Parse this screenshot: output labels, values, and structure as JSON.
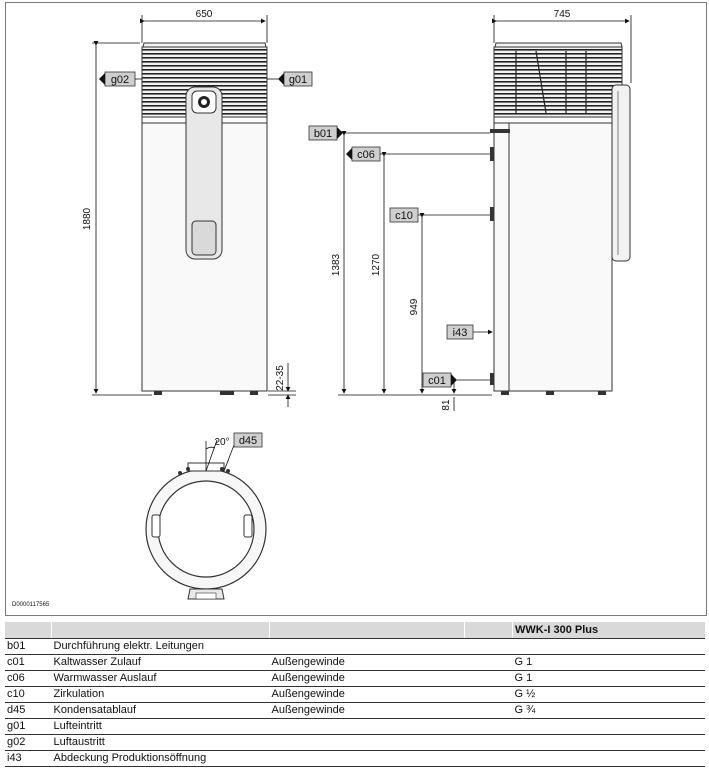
{
  "drawing": {
    "front_width": "650",
    "side_depth": "745",
    "height_total": "1880",
    "dim_1383": "1383",
    "dim_1270": "1270",
    "dim_949": "949",
    "dim_81": "81",
    "dim_feet": "22-35",
    "angle": "20°",
    "image_id": "D0000117565",
    "tags": {
      "g02": "g02",
      "g01": "g01",
      "b01": "b01",
      "c06": "c06",
      "c10": "c10",
      "i43": "i43",
      "c01": "c01",
      "d45": "d45"
    }
  },
  "legend": {
    "header": [
      "",
      "",
      "",
      "",
      "WWK-I 300 Plus"
    ],
    "rows": [
      {
        "code": "b01",
        "desc": "Durchführung elektr. Leitungen",
        "thread": "",
        "size": ""
      },
      {
        "code": "c01",
        "desc": "Kaltwasser Zulauf",
        "thread": "Außengewinde",
        "size": "G 1"
      },
      {
        "code": "c06",
        "desc": "Warmwasser Auslauf",
        "thread": "Außengewinde",
        "size": "G 1"
      },
      {
        "code": "c10",
        "desc": "Zirkulation",
        "thread": "Außengewinde",
        "size": "G ½"
      },
      {
        "code": "d45",
        "desc": "Kondensatablauf",
        "thread": "Außengewinde",
        "size": "G ¾"
      },
      {
        "code": "g01",
        "desc": "Lufteintritt",
        "thread": "",
        "size": ""
      },
      {
        "code": "g02",
        "desc": "Luftaustritt",
        "thread": "",
        "size": ""
      },
      {
        "code": "i43",
        "desc": "Abdeckung Produktionsöffnung",
        "thread": "",
        "size": ""
      }
    ]
  }
}
